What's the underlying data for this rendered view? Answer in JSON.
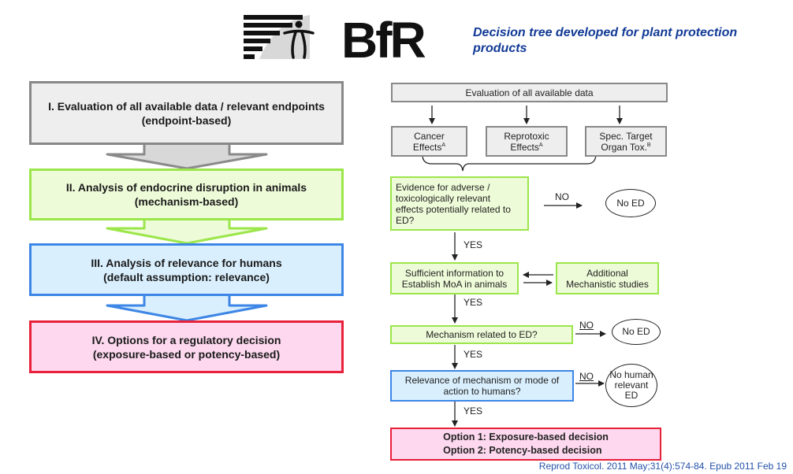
{
  "header": {
    "logo_text": "BfR",
    "subtitle": "Decision tree developed for plant protection products"
  },
  "colors": {
    "grey_fill": "#eeeeee",
    "grey_border": "#888888",
    "green_fill": "#eefbd8",
    "green_border": "#9be64a",
    "blue_fill": "#d9effd",
    "blue_border": "#3d86e6",
    "pink_fill": "#fdd8ee",
    "pink_border": "#e8203a",
    "title_blue": "#123a96"
  },
  "left_flow": {
    "steps": [
      {
        "line1": "I. Evaluation of all available data / relevant endpoints",
        "line2": "(endpoint-based)"
      },
      {
        "line1": "II. Analysis of endocrine disruption in animals",
        "line2": "(mechanism-based)"
      },
      {
        "line1": "III. Analysis of relevance for humans",
        "line2": "(default assumption: relevance)"
      },
      {
        "line1": "IV. Options for a regulatory decision",
        "line2": "(exposure-based or potency-based)"
      }
    ]
  },
  "right_flow": {
    "evaluation": "Evaluation of all available data",
    "effects": [
      {
        "line1": "Cancer",
        "line2": "Effects",
        "sup": "A"
      },
      {
        "line1": "Reprotoxic",
        "line2": "Effects",
        "sup": "A"
      },
      {
        "line1": "Spec. Target",
        "line2": "Organ Tox.",
        "sup": "B"
      }
    ],
    "evidence": {
      "lines": [
        "Evidence for adverse /",
        "toxicologically relevant",
        "effects potentially related to",
        "ED?"
      ]
    },
    "sufficient_info": {
      "line1": "Sufficient information to",
      "line2": "Establish MoA in animals"
    },
    "additional": {
      "line1": "Additional",
      "line2": "Mechanistic studies"
    },
    "mechanism": "Mechanism related to ED?",
    "relevance": {
      "line1": "Relevance of mechanism or mode of",
      "line2": "action to humans?"
    },
    "options": {
      "line1": "Option 1: Exposure-based decision",
      "line2": "Option 2: Potency-based decision"
    },
    "outcomes": {
      "no_ed_1": "No ED",
      "no_ed_2": "No ED",
      "no_human": {
        "line1": "No human",
        "line2": "relevant",
        "line3": "ED"
      }
    },
    "labels": {
      "yes": "YES",
      "no": "NO"
    }
  },
  "citation": "Reprod Toxicol. 2011 May;31(4):574-84. Epub 2011 Feb 19"
}
